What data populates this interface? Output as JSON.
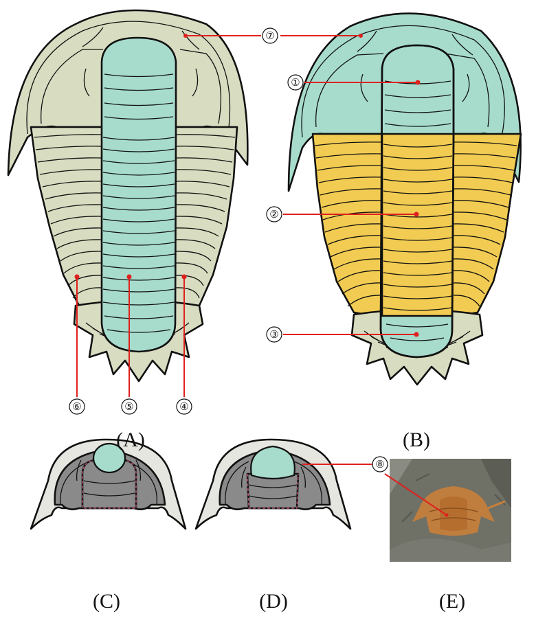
{
  "panels": [
    {
      "id": "A",
      "label": "(A)"
    },
    {
      "id": "B",
      "label": "(B)"
    },
    {
      "id": "C",
      "label": "(C)"
    },
    {
      "id": "D",
      "label": "(D)"
    },
    {
      "id": "E",
      "label": "(E)"
    }
  ],
  "markers": {
    "m1": "①",
    "m2": "②",
    "m3": "③",
    "m4": "④",
    "m5": "⑤",
    "m6": "⑥",
    "m7": "⑦",
    "m8": "⑧"
  },
  "colors": {
    "cephalon_pale": "#d8dcc0",
    "axis_teal": "#a7dccc",
    "thorax_yellow": "#f2cc52",
    "free_cheek_dark": "#8a8a8a",
    "rim_light": "#e6e6e0",
    "pointer_red": "#e0201e",
    "rock_grey": "#6f7066",
    "fossil_orange": "#c9803a"
  },
  "icons": {
    "photo": "trilobite-fossil-photo"
  }
}
